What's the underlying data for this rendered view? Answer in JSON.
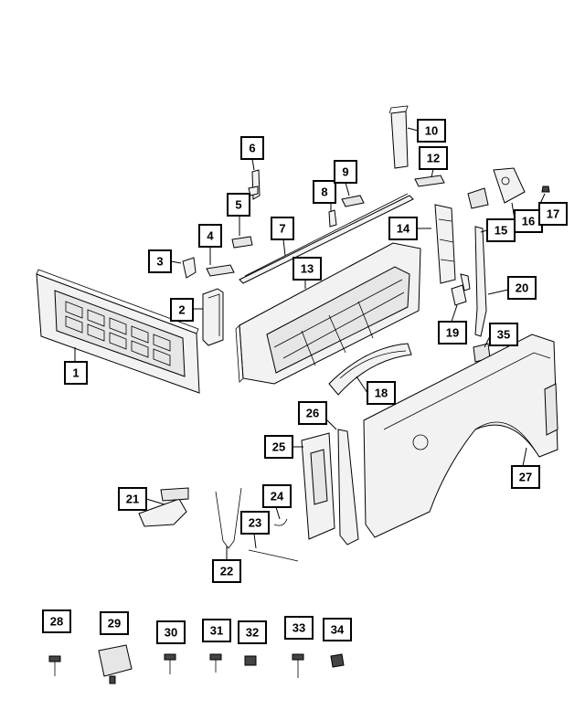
{
  "callouts": [
    {
      "id": "c1",
      "label": "1"
    },
    {
      "id": "c2",
      "label": "2"
    },
    {
      "id": "c3",
      "label": "3"
    },
    {
      "id": "c4",
      "label": "4"
    },
    {
      "id": "c5",
      "label": "5"
    },
    {
      "id": "c6",
      "label": "6"
    },
    {
      "id": "c7",
      "label": "7"
    },
    {
      "id": "c8",
      "label": "8"
    },
    {
      "id": "c9",
      "label": "9"
    },
    {
      "id": "c10",
      "label": "10"
    },
    {
      "id": "c12",
      "label": "12"
    },
    {
      "id": "c13",
      "label": "13"
    },
    {
      "id": "c14",
      "label": "14"
    },
    {
      "id": "c15",
      "label": "15"
    },
    {
      "id": "c16",
      "label": "16"
    },
    {
      "id": "c17",
      "label": "17"
    },
    {
      "id": "c18",
      "label": "18"
    },
    {
      "id": "c19",
      "label": "19"
    },
    {
      "id": "c20",
      "label": "20"
    },
    {
      "id": "c21",
      "label": "21"
    },
    {
      "id": "c22",
      "label": "22"
    },
    {
      "id": "c23",
      "label": "23"
    },
    {
      "id": "c24",
      "label": "24"
    },
    {
      "id": "c25",
      "label": "25"
    },
    {
      "id": "c26",
      "label": "26"
    },
    {
      "id": "c27",
      "label": "27"
    },
    {
      "id": "c28",
      "label": "28"
    },
    {
      "id": "c29",
      "label": "29"
    },
    {
      "id": "c30",
      "label": "30"
    },
    {
      "id": "c31",
      "label": "31"
    },
    {
      "id": "c32",
      "label": "32"
    },
    {
      "id": "c33",
      "label": "33"
    },
    {
      "id": "c34",
      "label": "34"
    },
    {
      "id": "c35",
      "label": "35"
    }
  ]
}
